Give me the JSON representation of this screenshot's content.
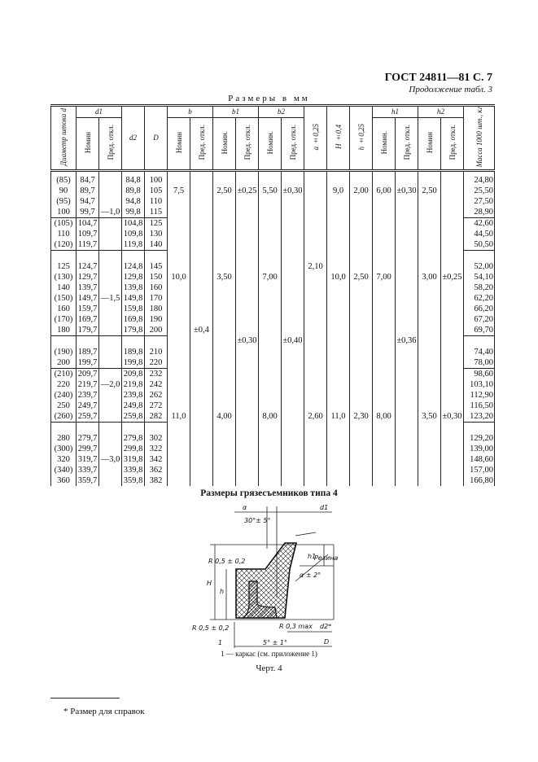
{
  "header": {
    "gost": "ГОСТ 24811—81 С. 7",
    "continuation": "Продолжение табл. 3",
    "units": "Размеры в мм"
  },
  "table": {
    "group_headers": {
      "d1": "d1",
      "b": "b",
      "b1": "b1",
      "b2": "b2",
      "h1": "h1",
      "h2": "h2"
    },
    "columns": [
      "Диаметр штока d",
      "Номин",
      "Пред. откл.",
      "d2",
      "D",
      "Номин",
      "Пред. откл.",
      "Номин.",
      "Пред. откл.",
      "Номин.",
      "Пред. откл.",
      "a ±0,25",
      "H ±0,4",
      "h ±0,25",
      "Номин.",
      "Пред. откл.",
      "Номин",
      "Пред. откл.",
      "Масса 1000 шт., кг"
    ],
    "rows": [
      [
        "(85)",
        "84,7",
        "",
        "84,8",
        "100",
        "",
        "",
        "",
        "",
        "",
        "",
        "",
        "",
        "",
        "",
        "",
        "",
        "",
        "24,80"
      ],
      [
        "90",
        "89,7",
        "",
        "89,8",
        "105",
        "7,5",
        "",
        "2,50",
        "±0,25",
        "5,50",
        "±0,30",
        "",
        "9,0",
        "2,00",
        "6,00",
        "±0,30",
        "2,50",
        "",
        "25,50"
      ],
      [
        "(95)",
        "94,7",
        "",
        "94,8",
        "110",
        "",
        "",
        "",
        "",
        "",
        "",
        "",
        "",
        "",
        "",
        "",
        "",
        "",
        "27,50"
      ],
      [
        "100",
        "99,7",
        "—1,0",
        "99,8",
        "115",
        "",
        "",
        "",
        "",
        "",
        "",
        "",
        "",
        "",
        "",
        "",
        "",
        "",
        "28,90"
      ],
      [
        "(105)",
        "104,7",
        "",
        "104,8",
        "125",
        "",
        "",
        "",
        "",
        "",
        "",
        "",
        "",
        "",
        "",
        "",
        "",
        "",
        "42,60"
      ],
      [
        "110",
        "109,7",
        "",
        "109,8",
        "130",
        "",
        "",
        "",
        "",
        "",
        "",
        "",
        "",
        "",
        "",
        "",
        "",
        "",
        "44,50"
      ],
      [
        "(120)",
        "119,7",
        "",
        "119,8",
        "140",
        "",
        "",
        "",
        "",
        "",
        "",
        "",
        "",
        "",
        "",
        "",
        "",
        "",
        "50,50"
      ],
      [
        "",
        "",
        "",
        "",
        "",
        "",
        "",
        "",
        "",
        "",
        "",
        "",
        "",
        "",
        "",
        "",
        "",
        "",
        ""
      ],
      [
        "125",
        "124,7",
        "",
        "124,8",
        "145",
        "",
        "",
        "",
        "",
        "",
        "",
        "2,10",
        "",
        "",
        "",
        "",
        "",
        "",
        "52,00"
      ],
      [
        "(130)",
        "129,7",
        "",
        "129,8",
        "150",
        "10,0",
        "",
        "3,50",
        "",
        "7,00",
        "",
        "",
        "10,0",
        "2,50",
        "7,00",
        "",
        "3,00",
        "±0,25",
        "54,10"
      ],
      [
        "140",
        "139,7",
        "",
        "139,8",
        "160",
        "",
        "",
        "",
        "",
        "",
        "",
        "",
        "",
        "",
        "",
        "",
        "",
        "",
        "58,20"
      ],
      [
        "(150)",
        "149,7",
        "—1,5",
        "149,8",
        "170",
        "",
        "",
        "",
        "",
        "",
        "",
        "",
        "",
        "",
        "",
        "",
        "",
        "",
        "62,20"
      ],
      [
        "160",
        "159,7",
        "",
        "159,8",
        "180",
        "",
        "",
        "",
        "",
        "",
        "",
        "",
        "",
        "",
        "",
        "",
        "",
        "",
        "66,20"
      ],
      [
        "(170)",
        "169,7",
        "",
        "169,8",
        "190",
        "",
        "",
        "",
        "",
        "",
        "",
        "",
        "",
        "",
        "",
        "",
        "",
        "",
        "67,20"
      ],
      [
        "180",
        "179,7",
        "",
        "179,8",
        "200",
        "",
        "±0,4",
        "",
        "",
        "",
        "",
        "",
        "",
        "",
        "",
        "",
        "",
        "",
        "69,70"
      ],
      [
        "",
        "",
        "",
        "",
        "",
        "",
        "",
        "",
        "±0,30",
        "",
        "±0,40",
        "",
        "",
        "",
        "",
        "±0,36",
        "",
        "",
        ""
      ],
      [
        "(190)",
        "189,7",
        "",
        "189,8",
        "210",
        "",
        "",
        "",
        "",
        "",
        "",
        "",
        "",
        "",
        "",
        "",
        "",
        "",
        "74,40"
      ],
      [
        "200",
        "199,7",
        "",
        "199,8",
        "220",
        "",
        "",
        "",
        "",
        "",
        "",
        "",
        "",
        "",
        "",
        "",
        "",
        "",
        "78,00"
      ],
      [
        "(210)",
        "209,7",
        "",
        "209,8",
        "232",
        "",
        "",
        "",
        "",
        "",
        "",
        "",
        "",
        "",
        "",
        "",
        "",
        "",
        "98,60"
      ],
      [
        "220",
        "219,7",
        "—2,0",
        "219,8",
        "242",
        "",
        "",
        "",
        "",
        "",
        "",
        "",
        "",
        "",
        "",
        "",
        "",
        "",
        "103,10"
      ],
      [
        "(240)",
        "239,7",
        "",
        "239,8",
        "262",
        "",
        "",
        "",
        "",
        "",
        "",
        "",
        "",
        "",
        "",
        "",
        "",
        "",
        "112,90"
      ],
      [
        "250",
        "249,7",
        "",
        "249,8",
        "272",
        "",
        "",
        "",
        "",
        "",
        "",
        "",
        "",
        "",
        "",
        "",
        "",
        "",
        "116,50"
      ],
      [
        "(260)",
        "259,7",
        "",
        "259,8",
        "282",
        "11,0",
        "",
        "4,00",
        "",
        "8,00",
        "",
        "2,60",
        "11,0",
        "2,30",
        "8,00",
        "",
        "3,50",
        "±0,30",
        "123,20"
      ],
      [
        "",
        "",
        "",
        "",
        "",
        "",
        "",
        "",
        "",
        "",
        "",
        "",
        "",
        "",
        "",
        "",
        "",
        "",
        ""
      ],
      [
        "280",
        "279,7",
        "",
        "279,8",
        "302",
        "",
        "",
        "",
        "",
        "",
        "",
        "",
        "",
        "",
        "",
        "",
        "",
        "",
        "129,20"
      ],
      [
        "(300)",
        "299,7",
        "",
        "299,8",
        "322",
        "",
        "",
        "",
        "",
        "",
        "",
        "",
        "",
        "",
        "",
        "",
        "",
        "",
        "139,00"
      ],
      [
        "320",
        "319,7",
        "—3,0",
        "319,8",
        "342",
        "",
        "",
        "",
        "",
        "",
        "",
        "",
        "",
        "",
        "",
        "",
        "",
        "",
        "148,60"
      ],
      [
        "(340)",
        "339,7",
        "",
        "339,8",
        "362",
        "",
        "",
        "",
        "",
        "",
        "",
        "",
        "",
        "",
        "",
        "",
        "",
        "",
        "157,00"
      ],
      [
        "360",
        "359,7",
        "",
        "359,8",
        "382",
        "",
        "",
        "",
        "",
        "",
        "",
        "",
        "",
        "",
        "",
        "",
        "",
        "",
        "166,80"
      ]
    ]
  },
  "figure": {
    "title": "Размеры грязесъемников типа 4",
    "labels": {
      "a": "α",
      "d1": "d1",
      "angle1": "30°± 5°",
      "r1": "R 0,5 ± 0,2",
      "h1": "h1",
      "angle2": "α ± 2°",
      "material": "Резина",
      "H": "H",
      "h": "h",
      "r2": "R 0,5 ± 0,2",
      "r3": "R 0,3 max",
      "item": "1",
      "angle3": "5° ± 1°",
      "d2": "d2*",
      "D": "D"
    },
    "caption": "1 — каркас (см. приложение 1)",
    "number": "Черт. 4"
  },
  "footnote": "* Размер для справок"
}
